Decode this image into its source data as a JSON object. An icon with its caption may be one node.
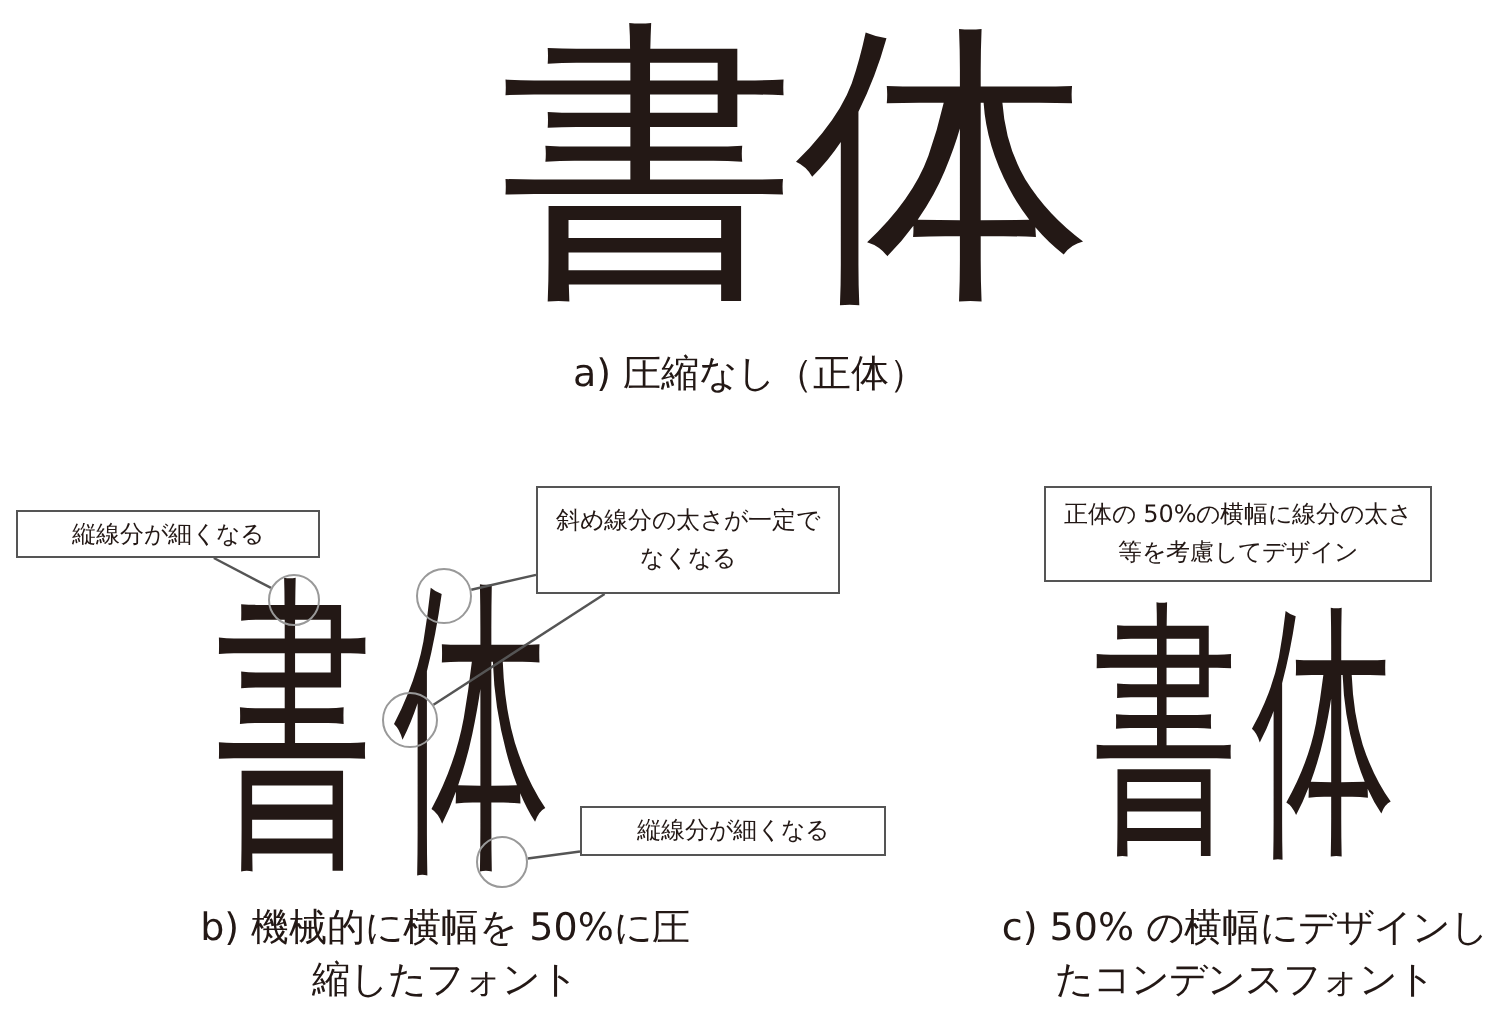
{
  "diagram": {
    "nodes": [
      {
        "text": [
          "縦線分が細くなる"
        ]
      },
      {
        "text": [],
        "shape": "circle"
      },
      {
        "text": [
          "斜め線分の太さが一定でなくなる"
        ]
      },
      {
        "text": [],
        "shape": "circle"
      },
      {
        "text": [],
        "shape": "circle"
      },
      {
        "text": [],
        "shape": "circle"
      },
      {
        "text": [
          "縦線分が細くなる"
        ]
      },
      {
        "text": [
          "正体の 50%の横幅に線分の太さ等を考慮してデザイン"
        ]
      }
    ],
    "edges": [
      {
        "from": 0,
        "to": 1,
        "arrow": "none"
      },
      {
        "from": 2,
        "to": 3,
        "arrow": "none"
      },
      {
        "from": 2,
        "to": 4,
        "arrow": "none"
      },
      {
        "from": 6,
        "to": 5,
        "arrow": "none"
      }
    ],
    "labels": [
      "書体",
      "a) 圧縮なし（正体）",
      "書体",
      "書体",
      "b) 機械的に横幅を 50%に圧縮したフォント",
      "c) 50% の横幅にデザインしたコンデンスフォント"
    ]
  }
}
